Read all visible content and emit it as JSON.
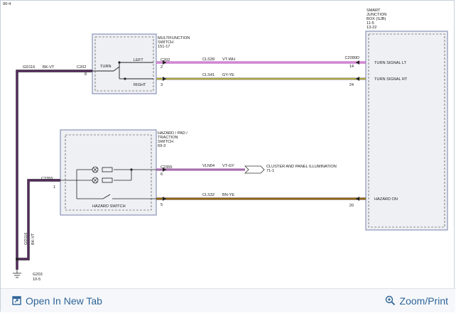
{
  "page_number": "90-4",
  "sjb": {
    "lines": [
      "SMART",
      "JUNCTION",
      "BOX (SJB)",
      "11-5",
      "13-22"
    ],
    "connector": "C2280D",
    "pins": [
      {
        "label": "TURN SIGNAL LT",
        "pin": "14"
      },
      {
        "label": "TURN SIGNAL RT",
        "pin": "24"
      },
      {
        "label": "HAZARD ON",
        "pin": "20"
      }
    ]
  },
  "multifunction_switch": {
    "lines": [
      "MULTIFUNCTION",
      "SWITCH",
      "151-17"
    ],
    "turn_label": "TURN",
    "left_label": "LEFT",
    "right_label": "RIGHT",
    "connector": "C202",
    "pin_left": "2",
    "pin_right": "3",
    "pin_ground": "8",
    "ground_connector": "C202"
  },
  "hazard_switch": {
    "lines": [
      "HAZARD / PAD /",
      "TRACTION",
      "SWITCH",
      "69-3"
    ],
    "name": "HAZARD SWITCH",
    "connector": "C2355",
    "pin_illum": "6",
    "pin_hazard": "5",
    "ground_connector": "C2355",
    "pin_ground": "1"
  },
  "circuits": [
    {
      "id": "CLS39",
      "color": "VT-WH"
    },
    {
      "id": "CLS41",
      "color": "GY-YE"
    },
    {
      "id": "VLN04",
      "color": "VT-GY"
    },
    {
      "id": "CLS32",
      "color": "BN-YE"
    }
  ],
  "ground_wire": {
    "id": "GD116",
    "color": "BK-VT"
  },
  "ground_point": {
    "id": "G203",
    "ref": "10-5"
  },
  "cluster_illumination": {
    "lines": [
      "CLUSTER AND PANEL ILLUMINATION",
      "71-1"
    ]
  },
  "bottom_bar": {
    "open_tab_label": "Open In New Tab",
    "zoom_label": "Zoom/Print"
  }
}
